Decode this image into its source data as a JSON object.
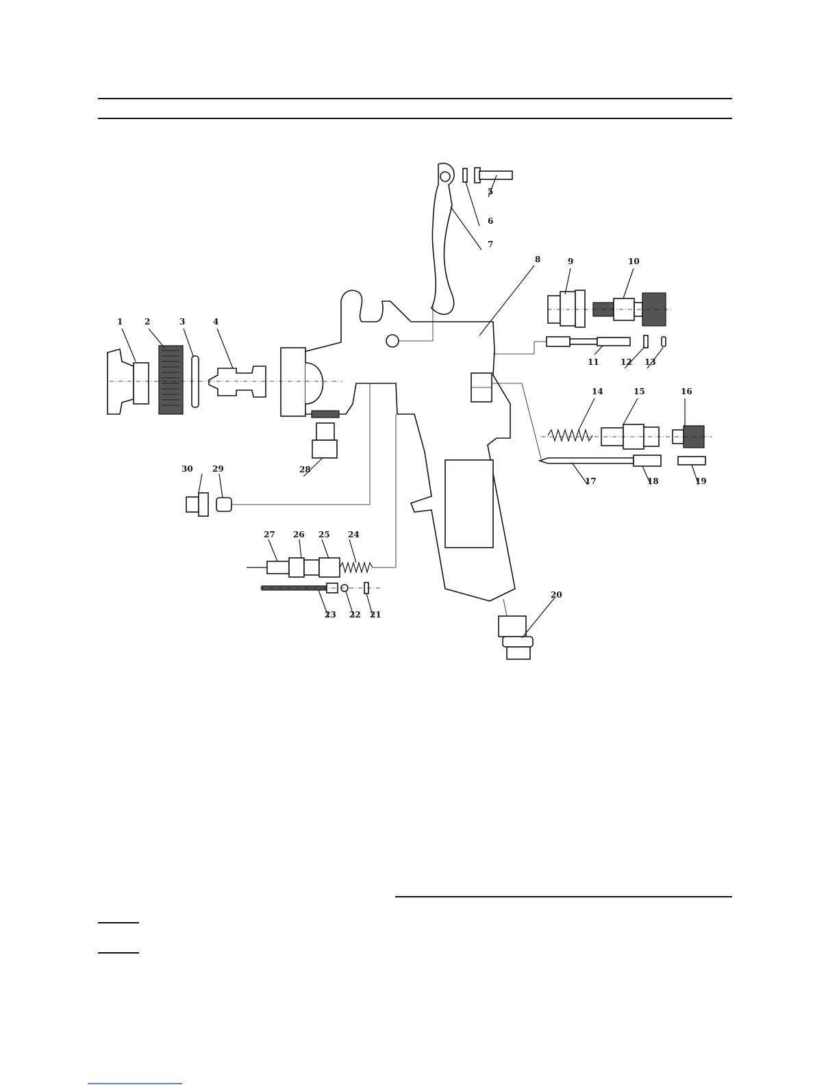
{
  "part_numbers": [
    "1",
    "2",
    "3",
    "4",
    "5",
    "6",
    "7",
    "8",
    "9",
    "10",
    "11",
    "12",
    "13",
    "14",
    "15",
    "16",
    "17",
    "18",
    "19",
    "20",
    "21",
    "22",
    "23",
    "24",
    "25",
    "26",
    "27",
    "28",
    "29",
    "30"
  ],
  "colors": {
    "ink": "#111111",
    "paper": "#ffffff",
    "fill_dark": "#555555"
  }
}
